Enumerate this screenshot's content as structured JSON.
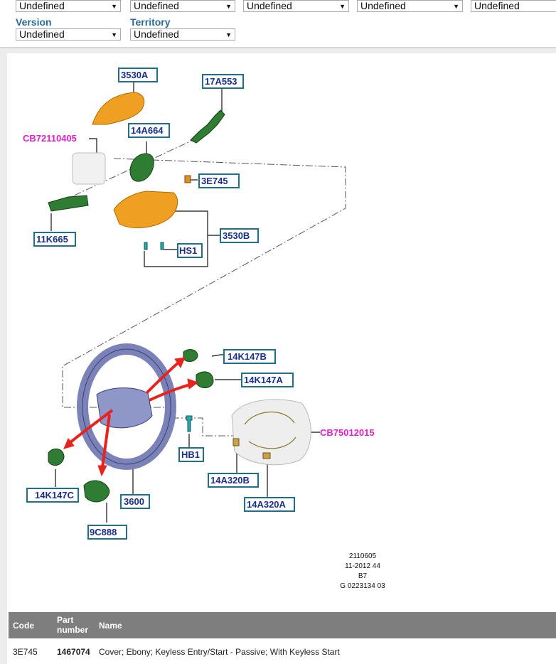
{
  "filters": {
    "row1": [
      "Undefined",
      "Undefined",
      "Undefined",
      "Undefined",
      "Undefined"
    ],
    "version_label": "Version",
    "version_value": "Undefined",
    "territory_label": "Territory",
    "territory_value": "Undefined"
  },
  "diagram": {
    "labels": {
      "p3530A": "3530A",
      "p17A553": "17A553",
      "pCB72110405": "CB72110405",
      "p14A664": "14A664",
      "p3E745": "3E745",
      "p3530B": "3530B",
      "p11K665": "11K665",
      "pHS1": "HS1",
      "p14K147B": "14K147B",
      "p14K147A": "14K147A",
      "pCB75012015": "CB75012015",
      "pHB1": "HB1",
      "p14K147C": "14K147C",
      "p14A320B": "14A320B",
      "p3600": "3600",
      "p14A320A": "14A320A",
      "p9C888": "9C888"
    },
    "info": [
      "2110605",
      "11-2012 44",
      "B7",
      "G 0223134 03"
    ],
    "colors": {
      "label_text": "#1a2f8a",
      "label_border": "#1f6f8b",
      "magenta": "#e020c8",
      "orange_part": "#f0a020",
      "green_part": "#2e7d32",
      "wheel": "#7a82b8",
      "arrow": "#e8231e"
    }
  },
  "table": {
    "headers": {
      "code": "Code",
      "part_line1": "Part",
      "part_line2": "number",
      "name": "Name"
    },
    "rows": [
      {
        "code": "3E745",
        "part_number": "1467074",
        "name": "Cover; Ebony; Keyless Entry/Start - Passive; With Keyless Start"
      }
    ]
  }
}
